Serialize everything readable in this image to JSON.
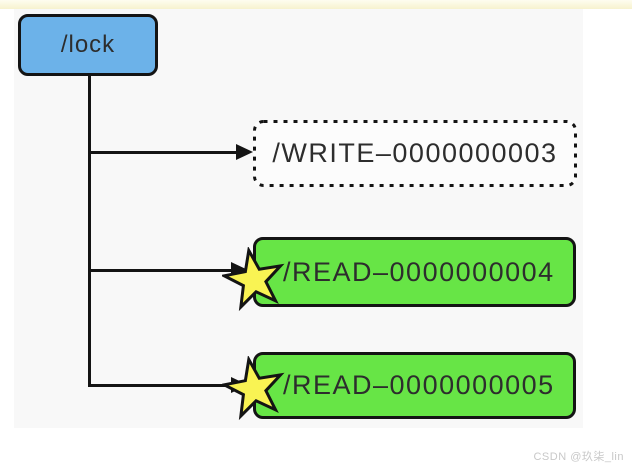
{
  "diagram": {
    "root": {
      "label": "/lock"
    },
    "nodes": [
      {
        "id": "write-3",
        "label": "/WRITE–0000000003",
        "style": "dashed-outline",
        "starred": false
      },
      {
        "id": "read-4",
        "label": "/READ–0000000004",
        "style": "green-solid",
        "starred": true
      },
      {
        "id": "read-5",
        "label": "/READ–0000000005",
        "style": "green-solid",
        "starred": true
      }
    ]
  },
  "icons": {
    "star": "★"
  },
  "colors": {
    "lock_node_fill": "#6cb2e9",
    "read_node_fill": "#67e546",
    "write_node_fill": "#fcfcfc",
    "star_fill": "#f9f353",
    "outline": "#141414",
    "panel_bg": "#f8f8f8",
    "top_strip": "#f7f2ce",
    "text": "#2d2d2d",
    "watermark_text": "#c8c8c8"
  },
  "watermark": {
    "text": "CSDN @玖柒_lin"
  }
}
